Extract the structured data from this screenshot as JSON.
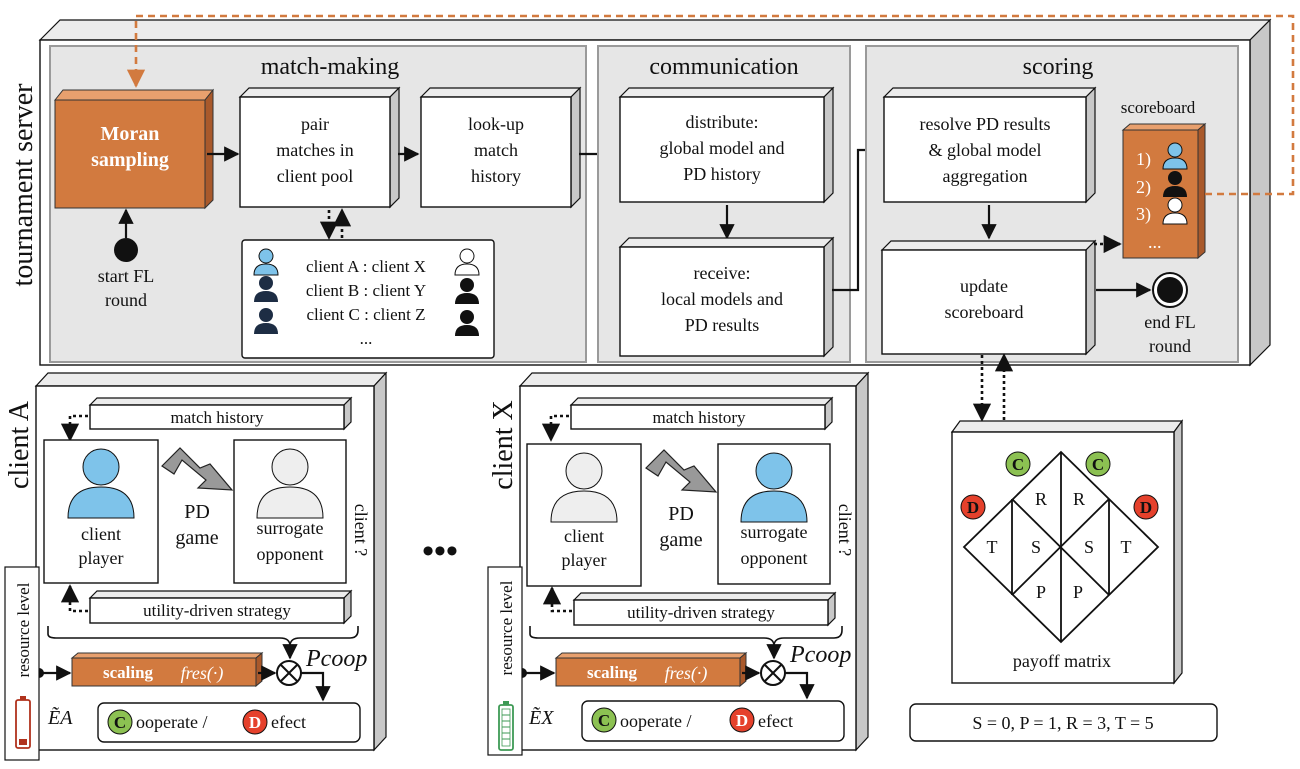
{
  "server": {
    "title": "tournament server",
    "matchmaking": {
      "title": "match-making",
      "moran": [
        "Moran",
        "sampling"
      ],
      "start": [
        "start FL",
        "round"
      ],
      "pair": [
        "pair",
        "matches in",
        "client pool"
      ],
      "lookup": [
        "look-up",
        "match",
        "history"
      ],
      "pool": {
        "rows": [
          "client A : client X",
          "client B : client Y",
          "client C : client Z"
        ],
        "more": "..."
      }
    },
    "communication": {
      "title": "communication",
      "distribute": [
        "distribute:",
        "global model and",
        "PD history"
      ],
      "receive": [
        "receive:",
        "local models and",
        "PD results"
      ]
    },
    "scoring": {
      "title": "scoring",
      "resolve": [
        "resolve PD results",
        "& global model",
        "aggregation"
      ],
      "update": [
        "update",
        "scoreboard"
      ],
      "end": [
        "end FL",
        "round"
      ],
      "scoreboard": {
        "title": "scoreboard",
        "ranks": [
          "1)",
          "2)",
          "3)"
        ],
        "more": "..."
      }
    }
  },
  "clients": [
    {
      "label": "client A",
      "match_history": "match history",
      "player": [
        "client",
        "player"
      ],
      "game": [
        "PD",
        "game"
      ],
      "opponent": [
        "surrogate",
        "opponent"
      ],
      "opponent_side": "client ?",
      "strategy": "utility-driven strategy",
      "resource": "resource level",
      "scaling": "scaling",
      "fres": "fres(·)",
      "pcoop": "Pcoop",
      "energy": "ẼA",
      "cooperate": "ooperate /",
      "defect": "efect",
      "battery_level": 0.15
    },
    {
      "label": "client X",
      "match_history": "match history",
      "player": [
        "client",
        "player"
      ],
      "game": [
        "PD",
        "game"
      ],
      "opponent": [
        "surrogate",
        "opponent"
      ],
      "opponent_side": "client ?",
      "strategy": "utility-driven strategy",
      "resource": "resource level",
      "scaling": "scaling",
      "fres": "fres(·)",
      "pcoop": "Pcoop",
      "energy": "ẼX",
      "cooperate": "ooperate /",
      "defect": "efect",
      "battery_level": 0.85
    }
  ],
  "ellipsis": "•••",
  "payoff": {
    "title": "payoff matrix",
    "C": "C",
    "D": "D",
    "cells": [
      "R",
      "R",
      "T",
      "S",
      "S",
      "T",
      "P",
      "P"
    ],
    "values": "S = 0, P = 1, R = 3, T = 5"
  },
  "colors": {
    "orange": "#d27a3f",
    "player_blue": "#7ec3ea",
    "cooperate_green": "#8cc152",
    "defect_red": "#e5412c",
    "dashed_link": "#d27a3f"
  }
}
